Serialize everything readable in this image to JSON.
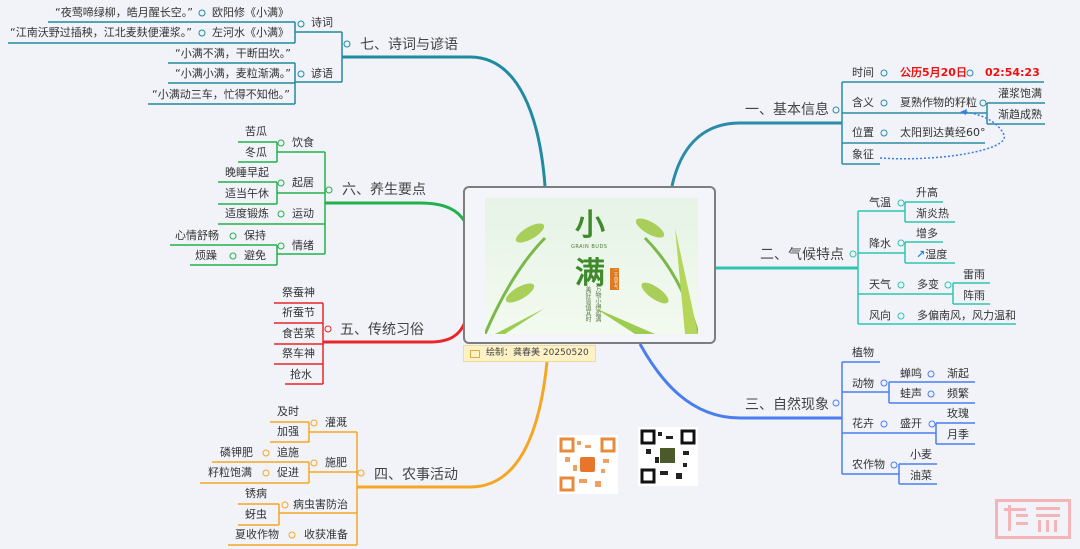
{
  "center": {
    "poster_title_1": "小",
    "poster_title_2": "满",
    "poster_en": "GRAIN BUDS",
    "poster_line1": "万物小得盈满",
    "poster_line2": "美好皆值其时",
    "poster_stamp": "二十四节气",
    "caption": "绘制：龚春美  20250520"
  },
  "s1": {
    "title": "一、基本信息",
    "time": {
      "label": "时间",
      "date": "公历5月20日",
      "clock": "02:54:23"
    },
    "meaning": {
      "label": "含义",
      "value": "夏熟作物的籽粒",
      "children": [
        "灌浆饱满",
        "渐趋成熟"
      ]
    },
    "position": {
      "label": "位置",
      "value": "太阳到达黄经60°"
    },
    "symbol": {
      "label": "象征"
    }
  },
  "s2": {
    "title": "二、气候特点",
    "temp": {
      "label": "气温",
      "children": [
        "升高",
        "渐炎热"
      ]
    },
    "rain": {
      "label": "降水",
      "children": [
        "增多",
        "湿度"
      ]
    },
    "weather": {
      "label": "天气",
      "value": "多变",
      "children": [
        "雷雨",
        "阵雨"
      ]
    },
    "wind": {
      "label": "风向",
      "value": "多偏南风，风力温和"
    }
  },
  "s3": {
    "title": "三、自然现象",
    "plant": "植物",
    "animal": {
      "label": "动物",
      "items": [
        {
          "k": "蝉鸣",
          "v": "渐起"
        },
        {
          "k": "蛙声",
          "v": "频繁"
        }
      ]
    },
    "flower": {
      "label": "花卉",
      "value": "盛开",
      "children": [
        "玫瑰",
        "月季"
      ]
    },
    "crop": {
      "label": "农作物",
      "children": [
        "小麦",
        "油菜"
      ]
    }
  },
  "s4": {
    "title": "四、农事活动",
    "irrigation": {
      "label": "灌溉",
      "children": [
        "及时",
        "加强"
      ]
    },
    "fertilize": {
      "label": "施肥",
      "items": [
        {
          "k": "追施",
          "v": "磷钾肥"
        },
        {
          "k": "促进",
          "v": "籽粒饱满"
        }
      ]
    },
    "pest": {
      "label": "病虫害防治",
      "children": [
        "锈病",
        "蚜虫"
      ]
    },
    "harvest": {
      "label": "收获准备",
      "value": "夏收作物"
    }
  },
  "s5": {
    "title": "五、传统习俗",
    "items": [
      "祭蚕神",
      "祈蚕节",
      "食苦菜",
      "祭车神",
      "抢水"
    ]
  },
  "s6": {
    "title": "六、养生要点",
    "diet": {
      "label": "饮食",
      "children": [
        "苦瓜",
        "冬瓜"
      ]
    },
    "routine": {
      "label": "起居",
      "children": [
        "晚睡早起",
        "适当午休"
      ]
    },
    "exercise": {
      "label": "运动",
      "value": "适度锻炼"
    },
    "mood": {
      "label": "情绪",
      "items": [
        {
          "k": "保持",
          "v": "心情舒畅"
        },
        {
          "k": "避免",
          "v": "烦躁"
        }
      ]
    }
  },
  "s7": {
    "title": "七、诗词与谚语",
    "poems": {
      "label": "诗词",
      "items": [
        {
          "author": "欧阳修《小满》",
          "quote": "“夜莺啼绿柳，皓月醒长空。”"
        },
        {
          "author": "左河水《小满》",
          "quote": "“江南沃野过插秧，江北麦麸便灌浆。”"
        }
      ]
    },
    "sayings": {
      "label": "谚语",
      "items": [
        "“小满不满，干断田坎。”",
        "“小满小满，麦粒渐满。”",
        "“小满动三车，忙得不知他。”"
      ]
    }
  },
  "colors": {
    "s1": "#2a8ca8",
    "s2": "#2ec4b0",
    "s3": "#4a7ef0",
    "s4": "#f5a623",
    "s5": "#e8262a",
    "s6": "#22b14c",
    "s7": "#1f8aa0"
  }
}
